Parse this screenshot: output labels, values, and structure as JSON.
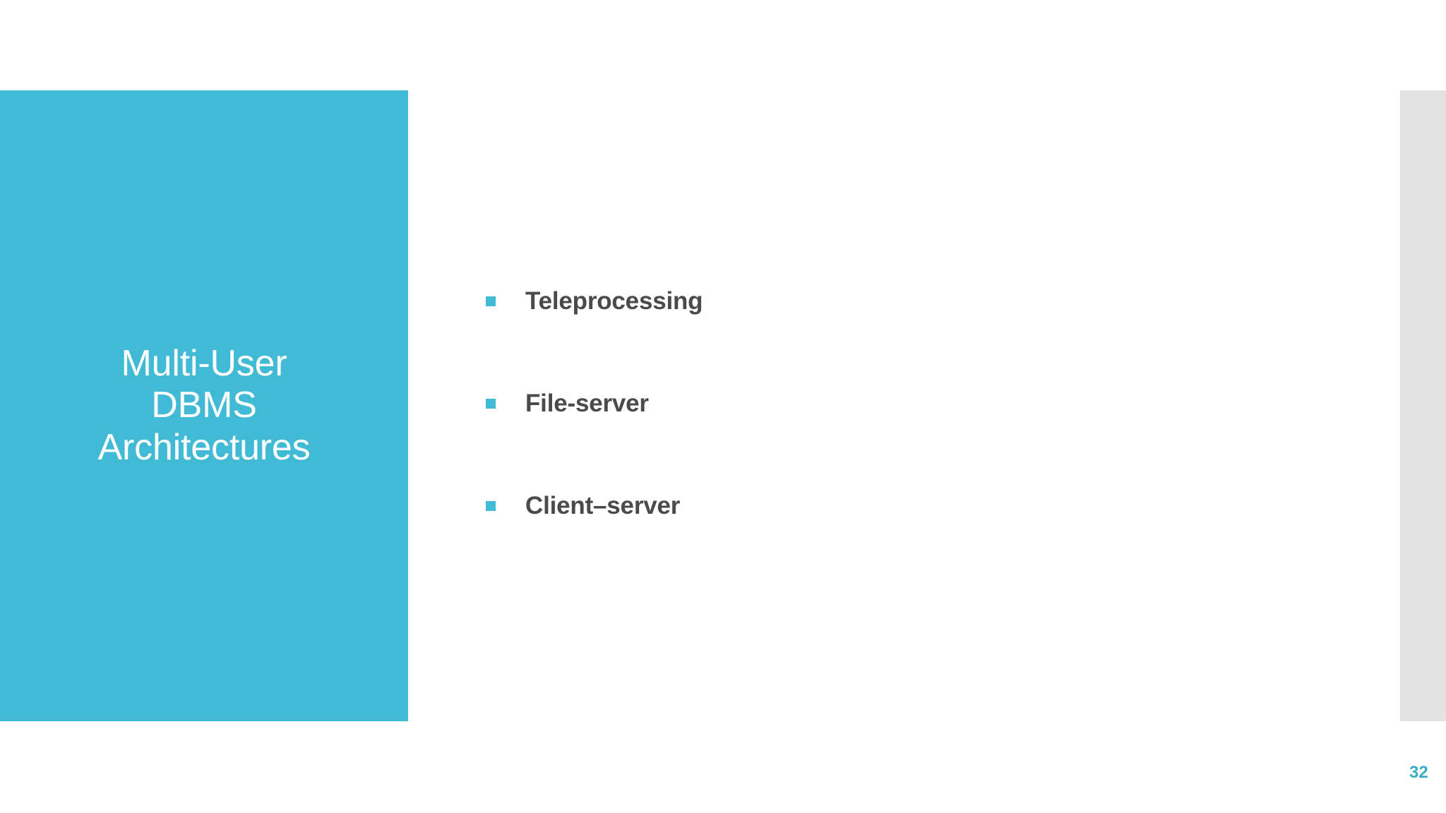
{
  "slide": {
    "title": {
      "text": "Multi-User\nDBMS\nArchitectures",
      "lines": [
        "Multi-User",
        "DBMS",
        "Architectures"
      ],
      "color": "#ffffff",
      "panel_color": "#41bbd5"
    },
    "bullets": [
      {
        "label": "Teleprocessing",
        "marker": "square-bullet",
        "marker_color": "#41bbd5"
      },
      {
        "label": "File-server",
        "marker": "square-bullet",
        "marker_color": "#41bbd5"
      },
      {
        "label": "Client–server",
        "marker": "square-bullet",
        "marker_color": "#41bbd5"
      }
    ],
    "bullet_text_color": "#4a4a4a",
    "page_number": "32",
    "page_number_color": "#3aacc4",
    "edge_strip_color": "#e3e3e3"
  }
}
